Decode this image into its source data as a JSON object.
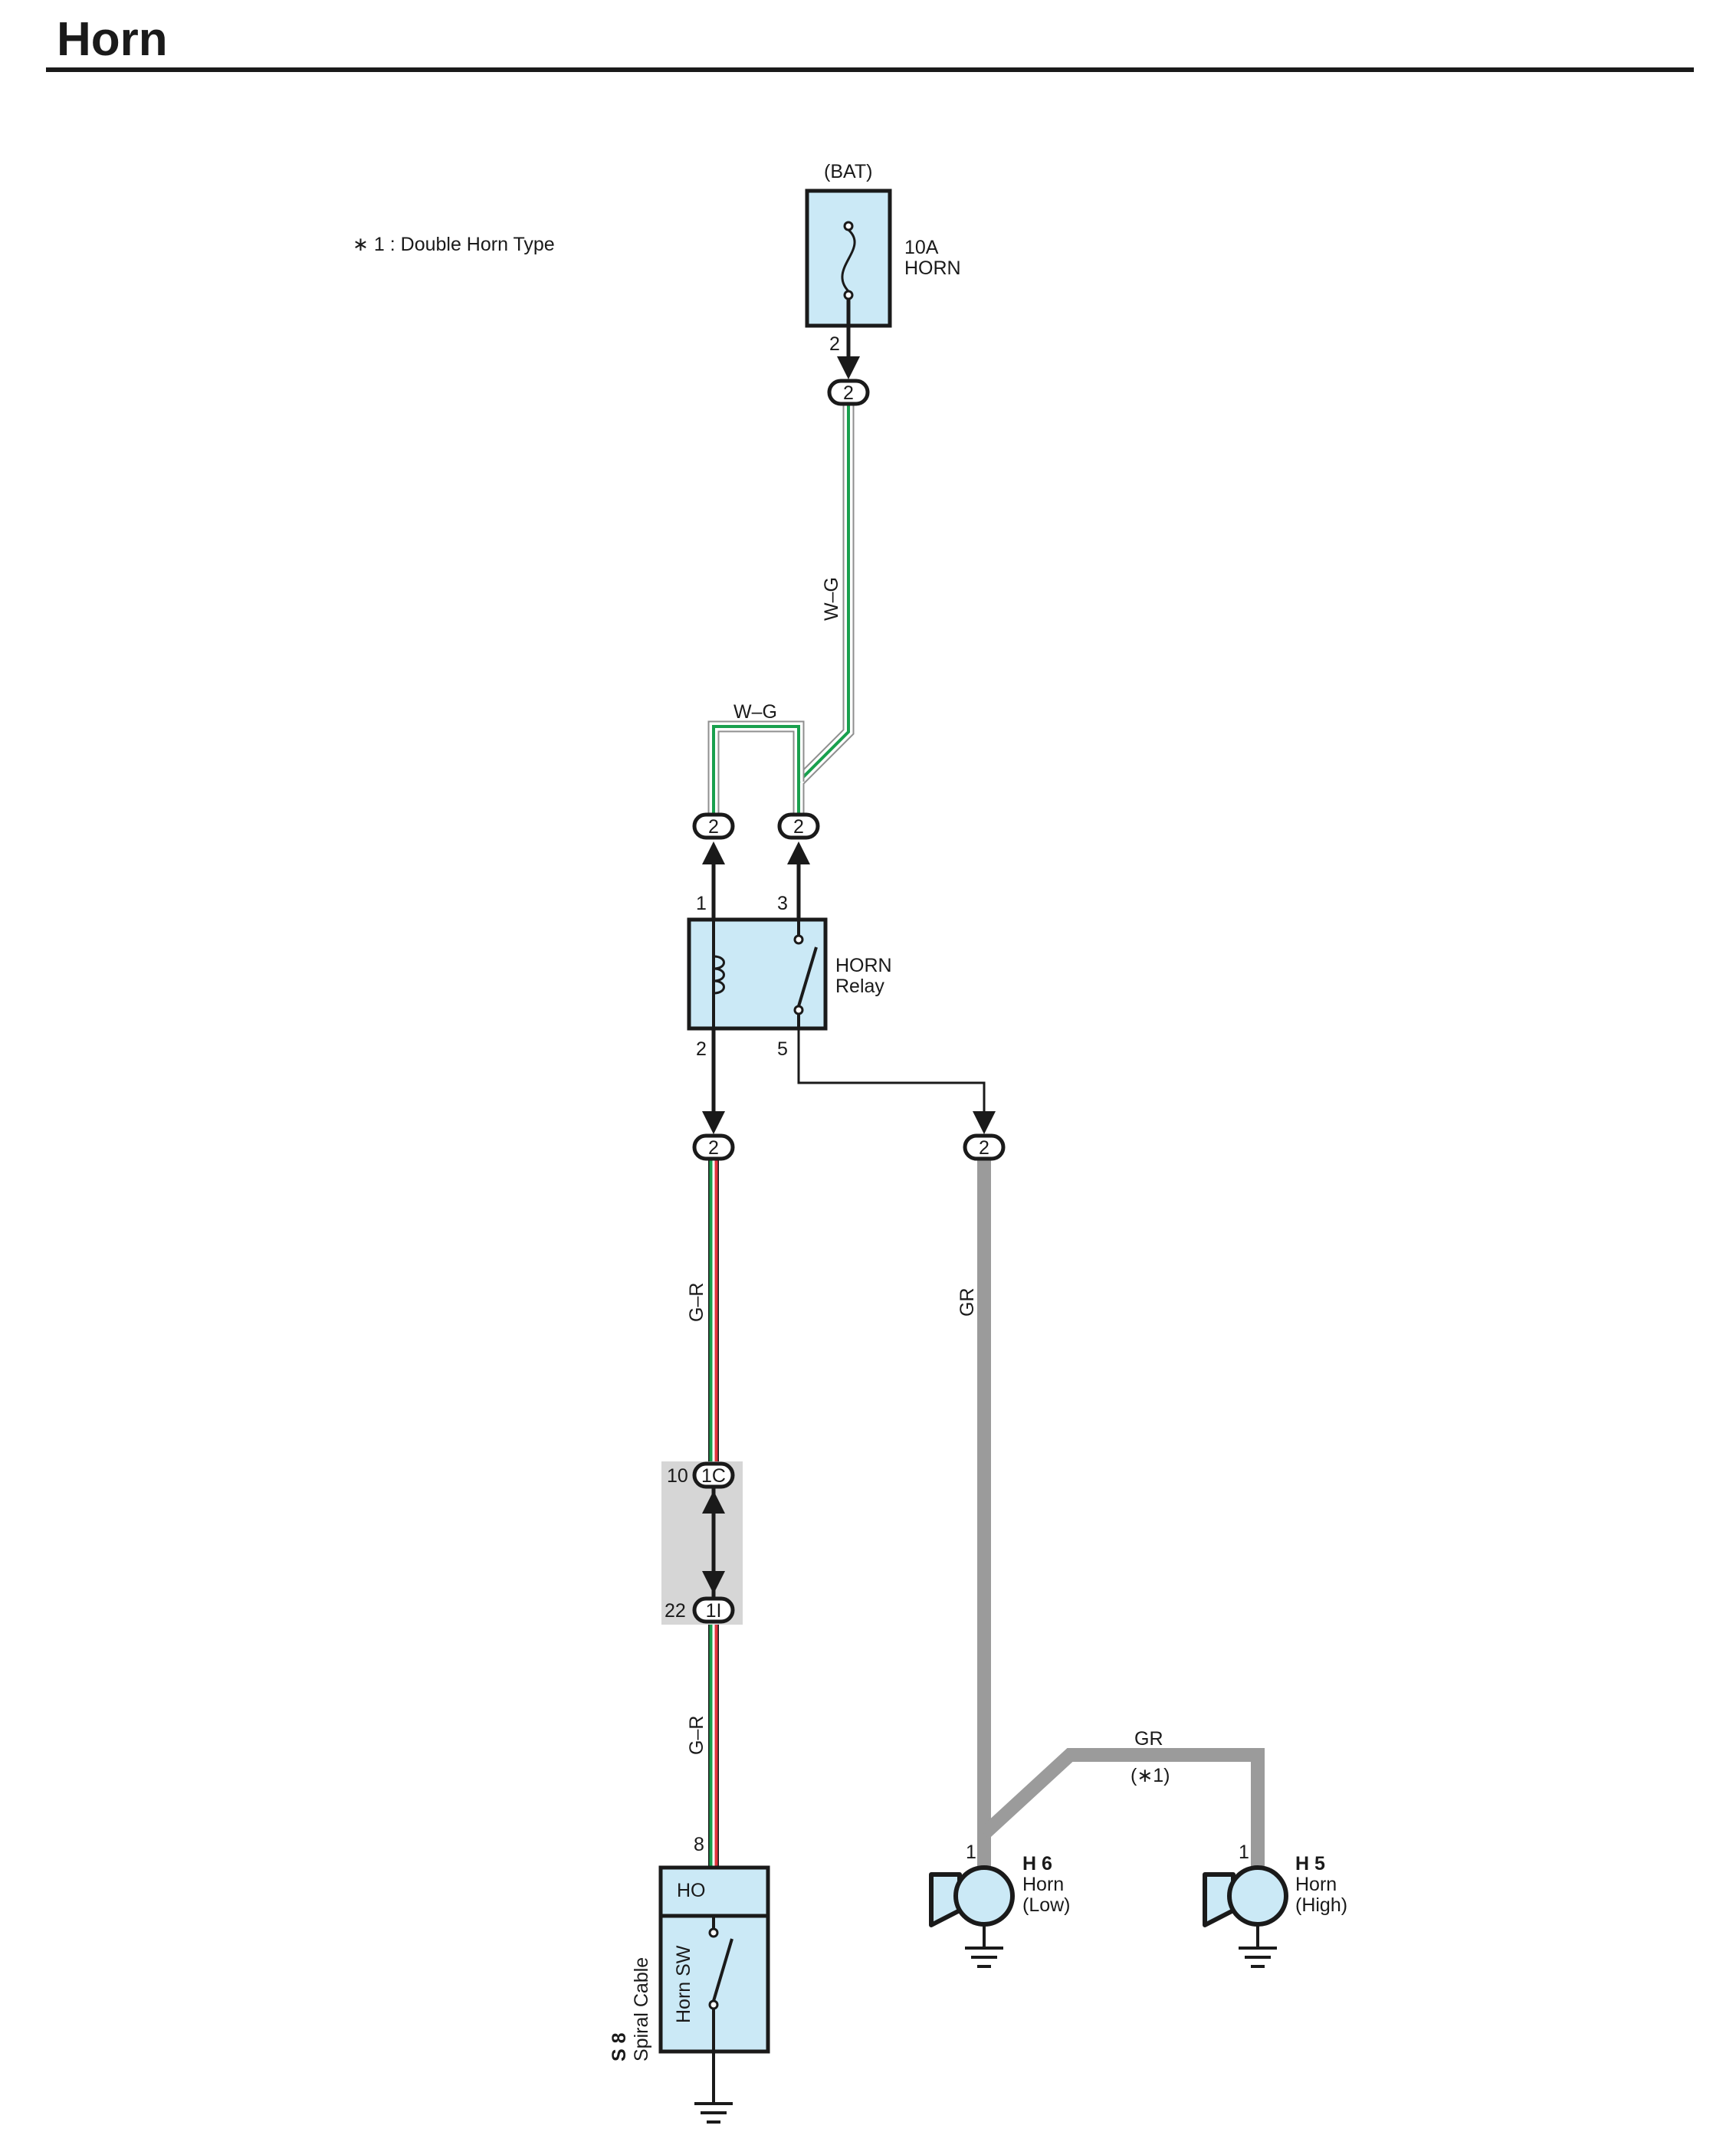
{
  "title": "Horn",
  "note": "∗ 1 : Double Horn Type",
  "battery": {
    "label": "(BAT)"
  },
  "fuse": {
    "rating": "10A",
    "name": "HORN",
    "pin": "2"
  },
  "relay": {
    "name": "HORN",
    "type": "Relay",
    "pins": {
      "p1": "1",
      "p3": "3",
      "p2": "2",
      "p5": "5"
    }
  },
  "connectors": {
    "j_fuse": "2",
    "j_relay_left": "2",
    "j_relay_right": "2",
    "j_relay_bottom": "2",
    "j_horn_feed": "2",
    "j_1c": "1C",
    "j_1c_pin": "10",
    "j_1i": "1I",
    "j_1i_pin": "22"
  },
  "wires": {
    "wg_vertical": "W–G",
    "wg_loop": "W–G",
    "gr_upper": "G–R",
    "gr_lower": "G–R",
    "gray_vertical": "GR",
    "gray_branch": "GR",
    "gray_branch_note": "(∗1)"
  },
  "spiral": {
    "code": "S 8",
    "name": "Spiral Cable",
    "terminal": "HO",
    "switch": "Horn SW",
    "pin": "8"
  },
  "horn_low": {
    "code": "H 6",
    "name": "Horn",
    "sub": "(Low)",
    "pin": "1"
  },
  "horn_high": {
    "code": "H 5",
    "name": "Horn",
    "sub": "(High)",
    "pin": "1"
  },
  "colors": {
    "component_fill": "#cbe9f6",
    "wire_green": "#19a04e",
    "wire_red": "#e0343c",
    "wire_gray": "#9b9b9b",
    "shade": "#d6d6d6",
    "line": "#1a1a1a"
  }
}
